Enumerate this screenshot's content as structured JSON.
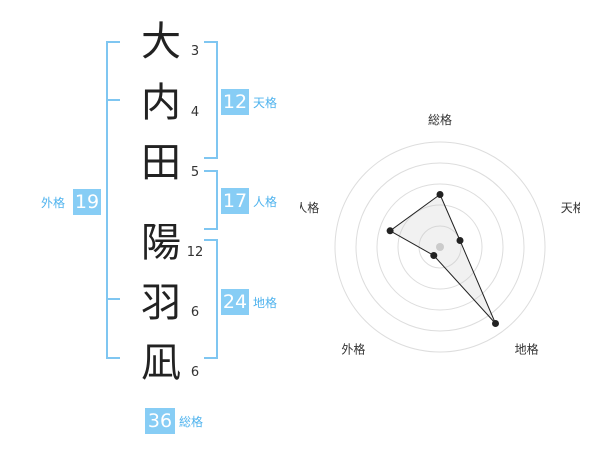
{
  "name": {
    "characters": [
      "大",
      "内",
      "田",
      "陽",
      "羽",
      "凪"
    ],
    "strokes": [
      "3",
      "4",
      "5",
      "12",
      "6",
      "6"
    ]
  },
  "scores": {
    "tenkaku": {
      "value": "12",
      "label": "天格"
    },
    "jinkaku": {
      "value": "17",
      "label": "人格"
    },
    "chikaku": {
      "value": "24",
      "label": "地格"
    },
    "gaikaku": {
      "value": "19",
      "label": "外格"
    },
    "soukaku": {
      "value": "36",
      "label": "総格"
    }
  },
  "colors": {
    "bracket": "#7fc6f1",
    "badge": "#87cdf5",
    "badge_label": "#4fb3ee"
  },
  "chart_data": {
    "type": "radar",
    "axes": [
      "総格",
      "天格",
      "地格",
      "外格",
      "人格"
    ],
    "values": [
      2.5,
      1,
      4.5,
      0.5,
      2.5
    ],
    "rlim": [
      0,
      5
    ],
    "rings": 5
  }
}
